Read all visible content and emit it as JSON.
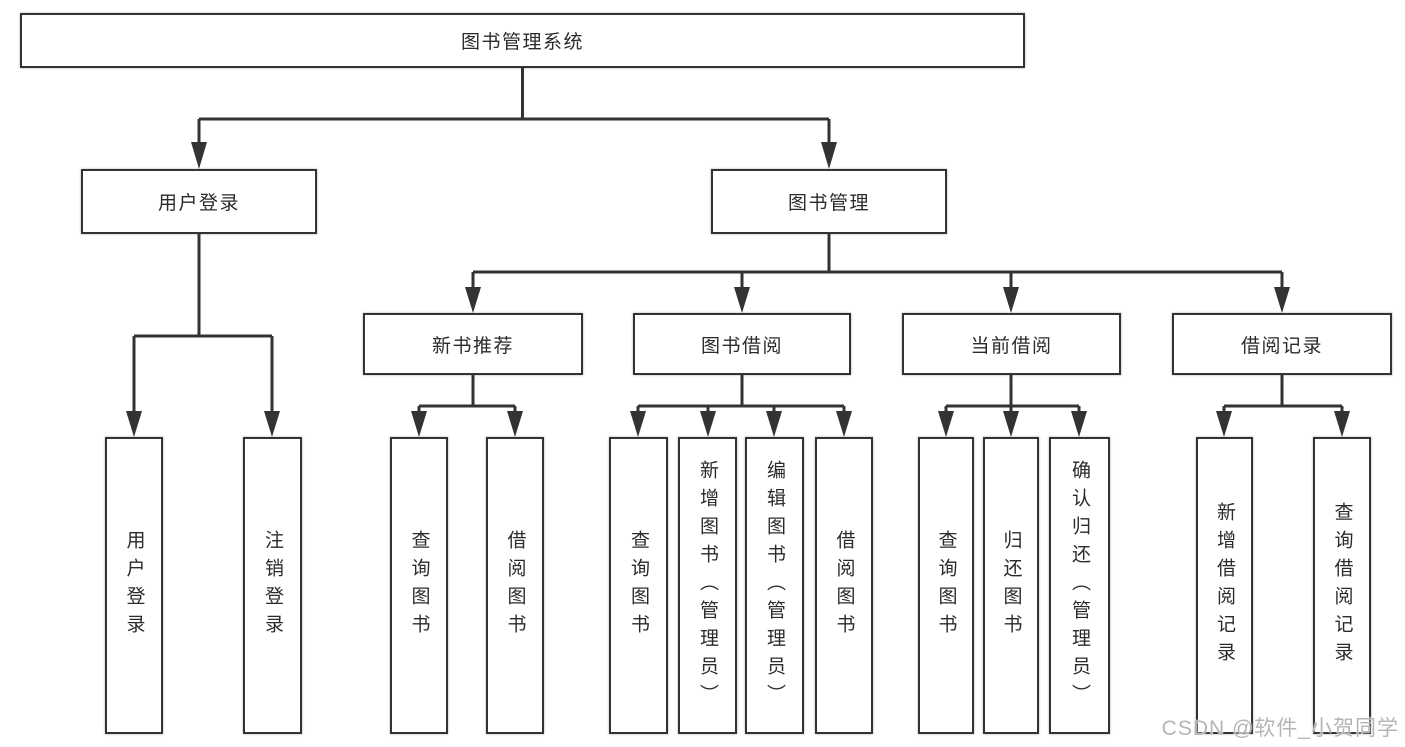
{
  "tree": {
    "label": "图书管理系统",
    "children": [
      {
        "label": "用户登录",
        "children": [
          {
            "label": "用户登录"
          },
          {
            "label": "注销登录"
          }
        ]
      },
      {
        "label": "图书管理",
        "children": [
          {
            "label": "新书推荐",
            "children": [
              {
                "label": "查询图书"
              },
              {
                "label": "借阅图书"
              }
            ]
          },
          {
            "label": "图书借阅",
            "children": [
              {
                "label": "查询图书"
              },
              {
                "label": "新增图书（管理员）"
              },
              {
                "label": "编辑图书（管理员）"
              },
              {
                "label": "借阅图书"
              }
            ]
          },
          {
            "label": "当前借阅",
            "children": [
              {
                "label": "查询图书"
              },
              {
                "label": "归还图书"
              },
              {
                "label": "确认归还（管理员）"
              }
            ]
          },
          {
            "label": "借阅记录",
            "children": [
              {
                "label": "新增借阅记录"
              },
              {
                "label": "查询借阅记录"
              }
            ]
          }
        ]
      }
    ]
  },
  "watermark": "CSDN @软件_小贺同学",
  "colors": {
    "line": "#333333",
    "box_border": "#333333",
    "box_background": "#ffffff",
    "text": "#2b2b2b",
    "watermark": "#b5b5b5"
  }
}
